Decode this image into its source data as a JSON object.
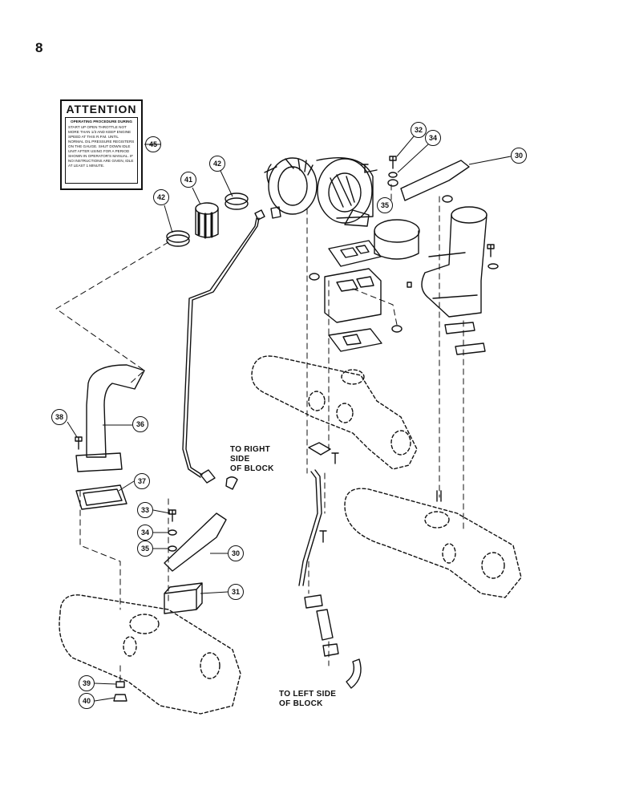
{
  "page_number": "8",
  "attention_label": {
    "title": "ATTENTION",
    "heading": "OPERATING PROCEDURE DURING",
    "body": "START UP OPEN THROTTLE NOT MORE THAN 1/3 AND KEEP ENGINE SPEED AT THIS R.P.M. UNTIL NORMAL OIL PRESSURE REGISTERS ON THE GAUGE. SHUT DOWN IDLE UNIT AFTER USING FOR A PERIOD SHOWN IN OPERATOR'S MANUAL. IF NO INSTRUCTIONS ARE GIVEN, IDLE AT LEAST 1 MINUTE."
  },
  "notes": {
    "right_side": "TO RIGHT\nSIDE\nOF BLOCK",
    "left_side": "TO LEFT SIDE\nOF BLOCK"
  },
  "callouts": {
    "c45": "45",
    "c41": "41",
    "c42a": "42",
    "c42b": "42",
    "c32": "32",
    "c34a": "34",
    "c30a": "30",
    "c35a": "35",
    "c38": "38",
    "c36": "36",
    "c37": "37",
    "c33": "33",
    "c34b": "34",
    "c35b": "35",
    "c30b": "30",
    "c31": "31",
    "c39": "39",
    "c40": "40"
  }
}
